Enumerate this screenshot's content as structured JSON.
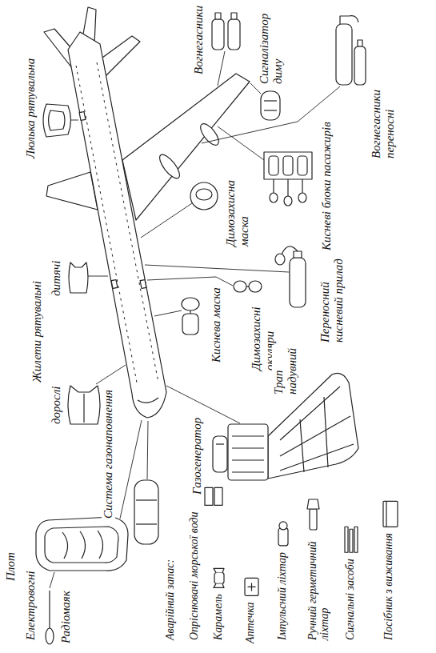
{
  "diagram": {
    "labels": [
      "Люлька рятувальна",
      "Вогнегасники",
      "Сигналізатор диму",
      "Вогнегасники переносні",
      "Кисневі блоки пасажирів",
      "Димозахисна маска",
      "Жилети рятувальні",
      "дитячі",
      "дорослі",
      "Система газонаповнення",
      "Киснева маска",
      "Димозахисні окуляри",
      "Переносний кисневий прилад",
      "Трап надувний",
      "Газогенератор",
      "Плот",
      "Електровогні",
      "Радіомаяк",
      "Аварійний запас:",
      "Опріснювачі морської води",
      "Карамель",
      "Аптечка",
      "Імпульсний ліхтар",
      "Ручний герметичний ліхтар",
      "Сигнальні засоби",
      "Посібник з виживання"
    ]
  }
}
